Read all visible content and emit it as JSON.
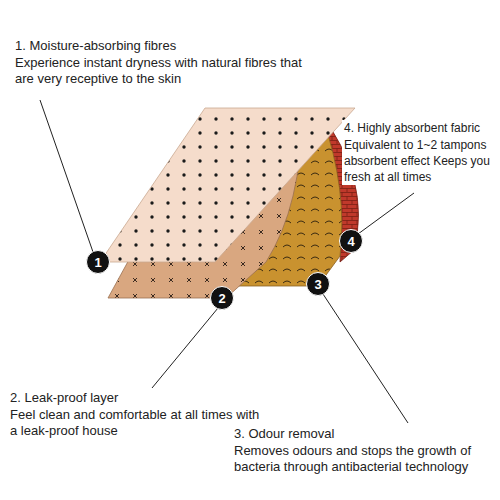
{
  "diagram": {
    "nodes": [
      {
        "text": [
          "1"
        ]
      },
      {
        "text": [
          "2"
        ]
      },
      {
        "text": [
          "3"
        ]
      },
      {
        "text": [
          "4"
        ]
      }
    ],
    "labels": [
      "1. Moisture-absorbing fibres",
      "Experience instant dryness with natural fibres that are very receptive to the skin",
      "4. Highly absorbent fabric",
      "Equivalent to 1~2 tampons absorbent effect Keeps you fresh at all times",
      "2. Leak-proof layer",
      "Feel clean and comfortable at all times with a leak-proof house",
      "3. Odour removal",
      "Removes odours and stops the growth of bacteria through antibacterial technology"
    ]
  }
}
